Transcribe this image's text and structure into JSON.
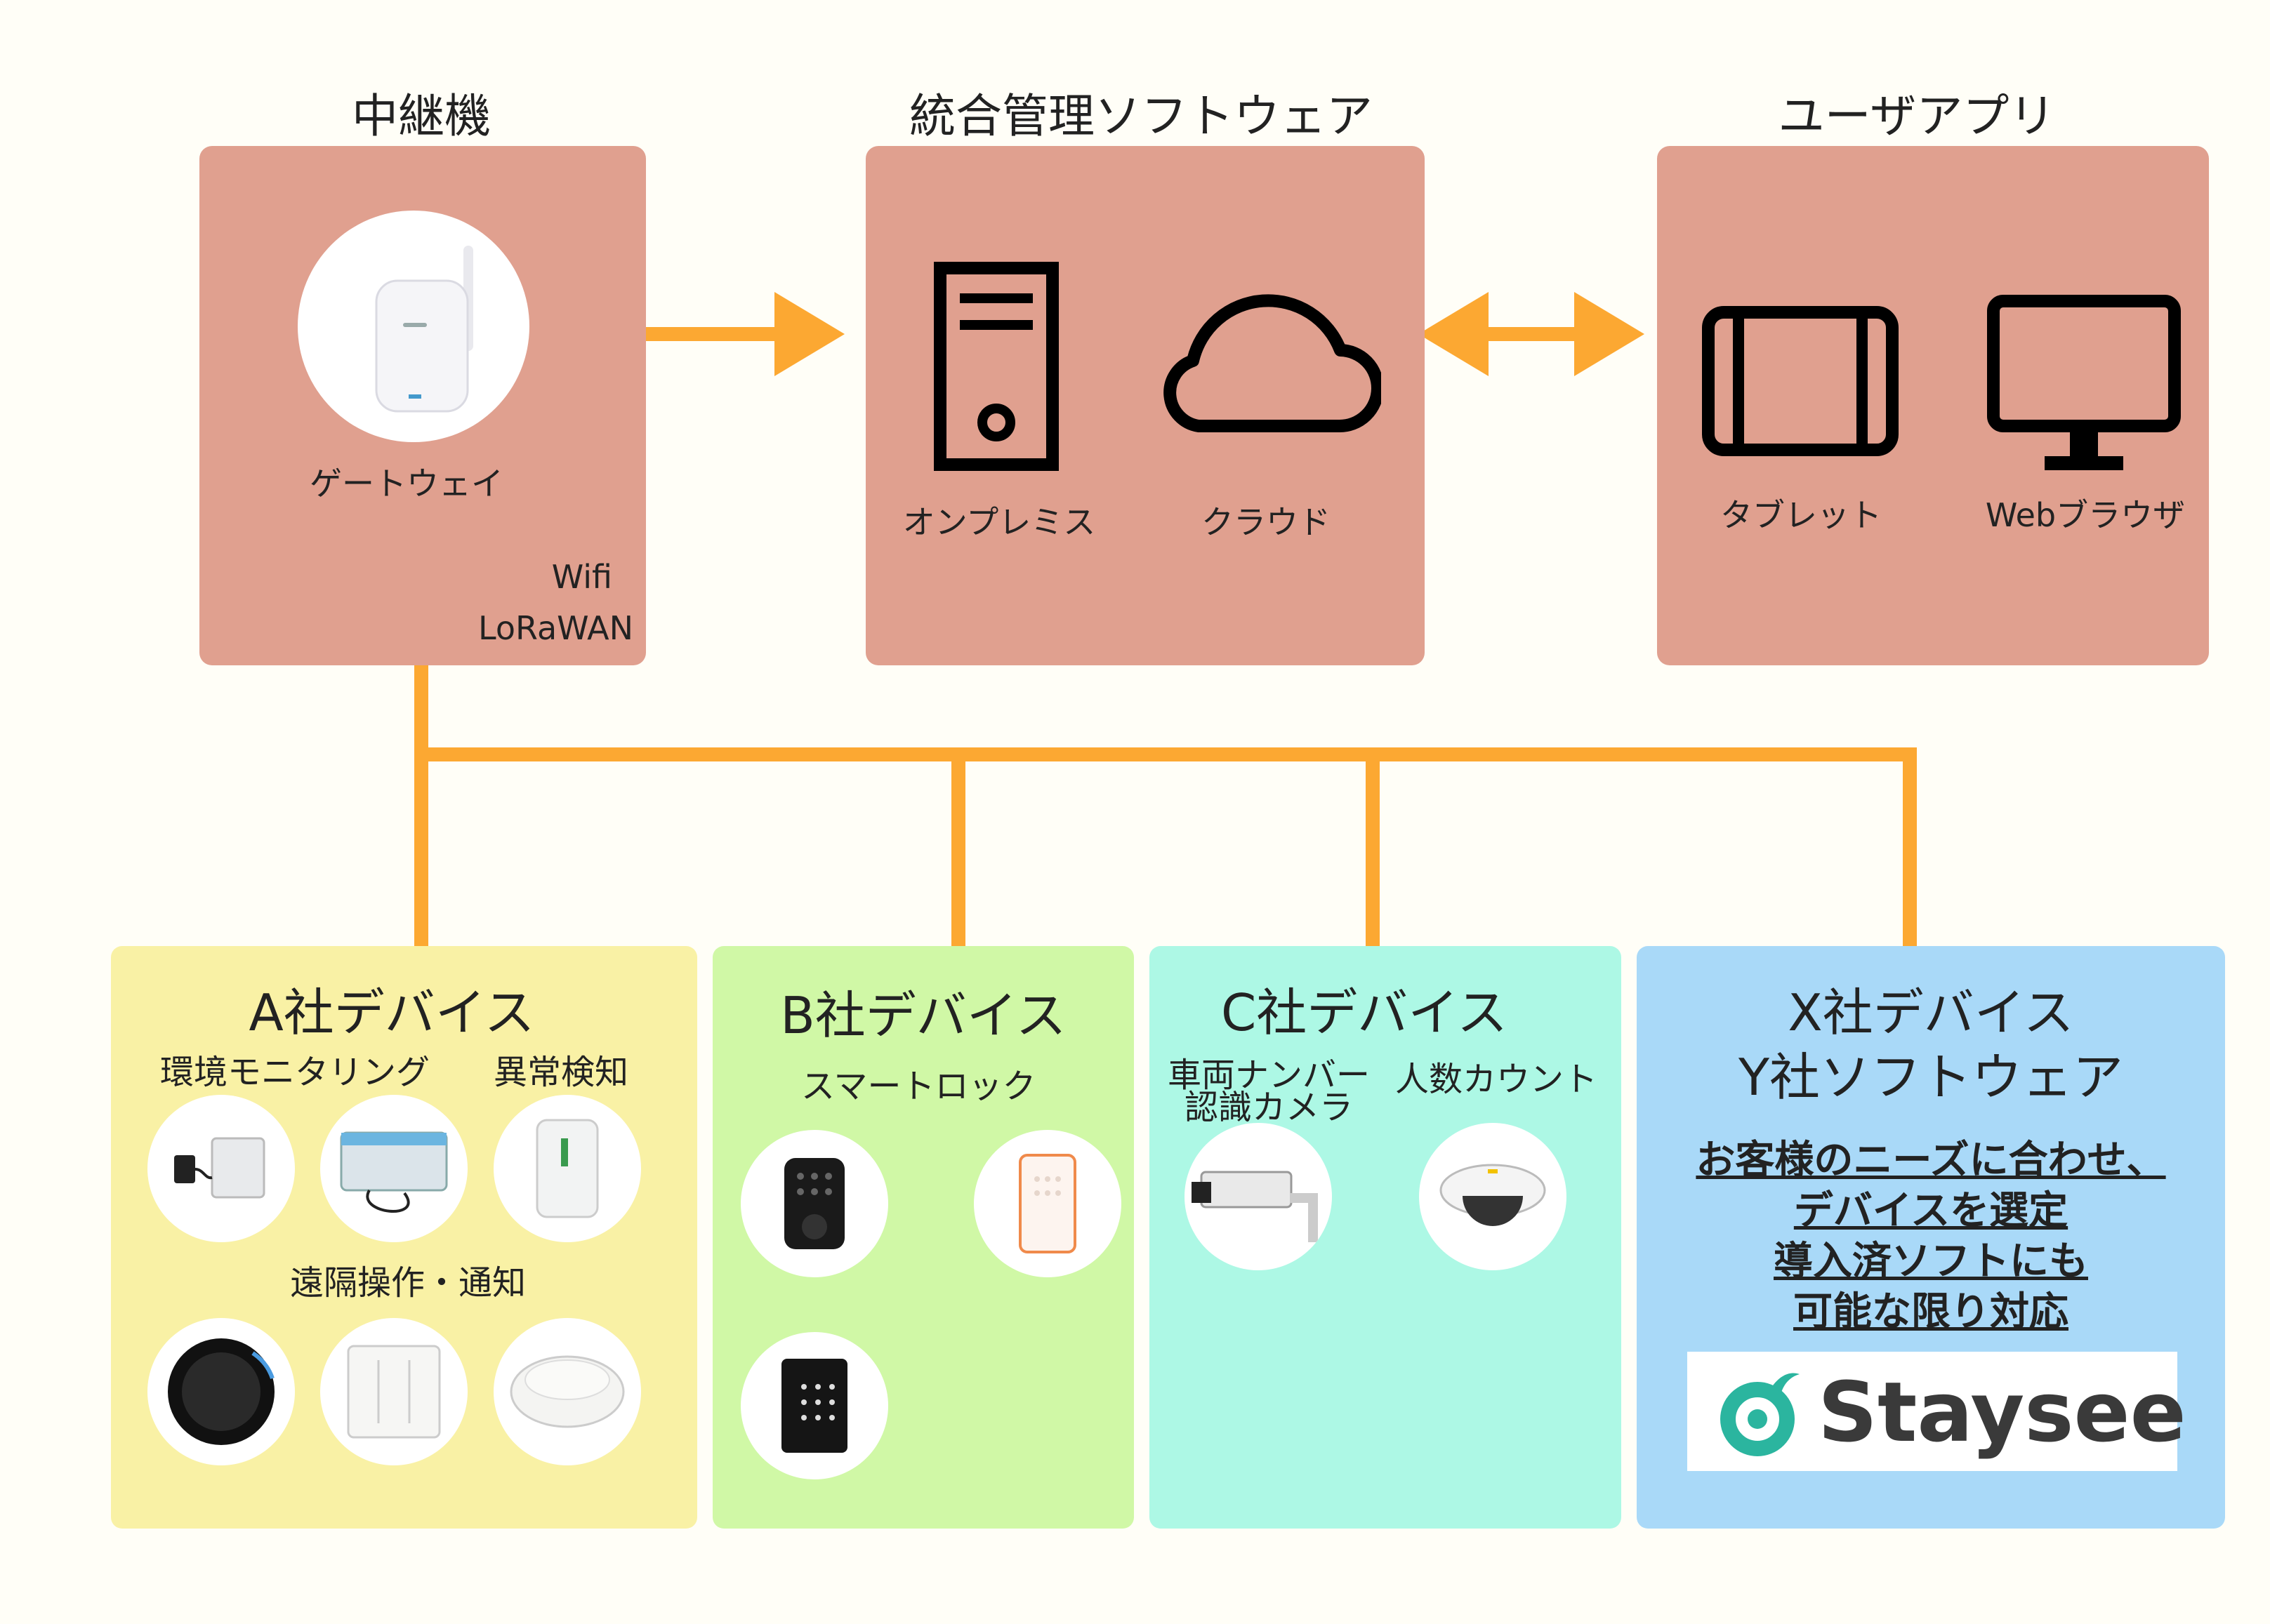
{
  "top_groups": {
    "relay": {
      "title": "中継機",
      "gateway_label": "ゲートウェイ",
      "protocols": [
        "Wifi",
        "LoRaWAN"
      ]
    },
    "management": {
      "title": "統合管理ソフトウェア",
      "items": [
        "オンプレミス",
        "クラウド"
      ]
    },
    "user_app": {
      "title": "ユーザアプリ",
      "items": [
        "タブレット",
        "Webブラウザ"
      ]
    }
  },
  "device_groups": {
    "a": {
      "title": "A社デバイス",
      "cat1": "環境モニタリング",
      "cat2": "異常検知",
      "cat3": "遠隔操作・通知"
    },
    "b": {
      "title": "B社デバイス",
      "cat1": "スマートロック"
    },
    "c": {
      "title": "C社デバイス",
      "cat1_line1": "車両ナンバー",
      "cat1_line2": "認識カメラ",
      "cat2": "人数カウント"
    },
    "x": {
      "title_line1": "X社デバイス",
      "title_line2": "Y社ソフトウェア",
      "note": [
        "お客様のニーズに合わせ、",
        "デバイスを選定",
        "導入済ソフトにも",
        "可能な限り対応"
      ],
      "logo_text": "Staysee"
    }
  },
  "colors": {
    "panel": "#e0a08f",
    "arrow": "#fca832",
    "group_a": "#f9f1a5",
    "group_b": "#d0f8a6",
    "group_c": "#adf8e5",
    "group_x": "#a9d9f8",
    "logo_teal": "#2bb59f"
  },
  "icons": [
    "gateway-icon",
    "server-icon",
    "cloud-icon",
    "tablet-icon",
    "monitor-icon",
    "logo-swirl-icon"
  ]
}
